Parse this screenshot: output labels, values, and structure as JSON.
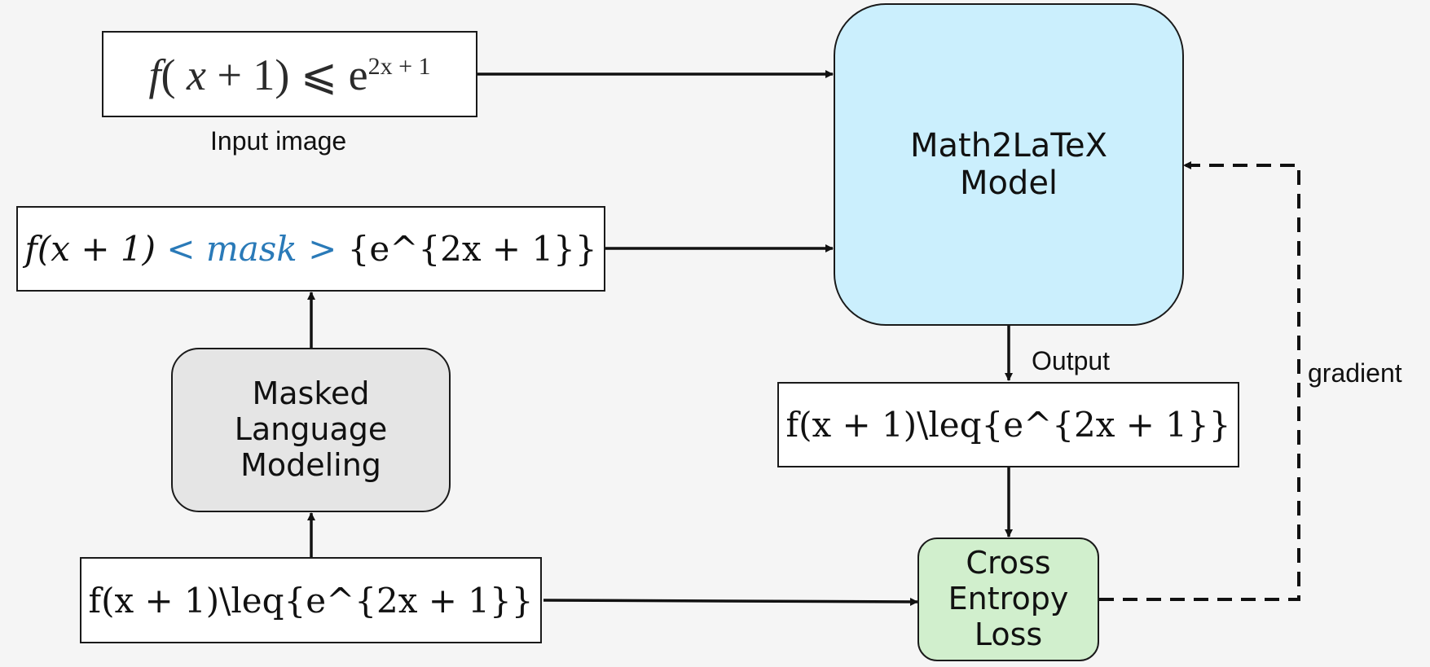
{
  "input_image": {
    "formula": {
      "f": "f",
      "open": "(",
      "x": "x",
      "plus_one": " + 1)",
      "leq": "⩽",
      "e": "e",
      "exp": "2x + 1"
    },
    "caption": "Input image"
  },
  "masked_formula": {
    "prefix": "f(x + 1) ",
    "mask": "< mask >",
    "suffix": " {e^{2x + 1}}"
  },
  "mlm_block": {
    "line1": "Masked",
    "line2": "Language",
    "line3": "Modeling"
  },
  "ground_truth_formula": {
    "text": "f(x + 1)\\leq{e^{2x + 1}}"
  },
  "model_block": {
    "line1": "Math2LaTeX",
    "line2": "Model",
    "color": "#cbeffd"
  },
  "output_label": "Output",
  "output_formula": {
    "text": "f(x + 1)\\leq{e^{2x + 1}}"
  },
  "loss_block": {
    "line1": "Cross",
    "line2": "Entropy",
    "line3": "Loss",
    "color": "#d1efcd"
  },
  "gradient_label": "gradient",
  "colors": {
    "mask_text": "#2a7ab8",
    "mlm_fill": "#e5e5e5",
    "background": "#f5f5f5"
  }
}
